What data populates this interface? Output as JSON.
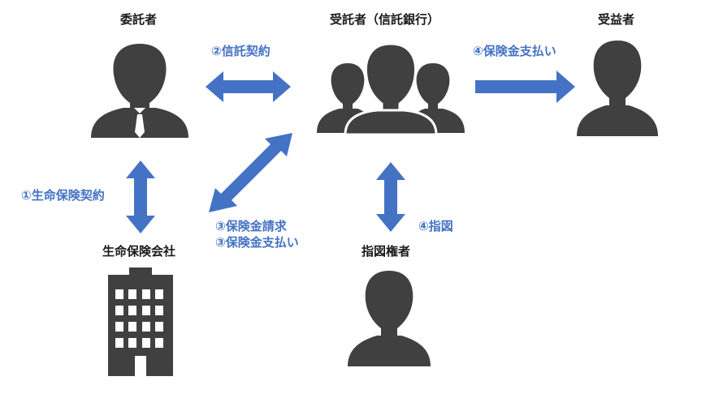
{
  "nodes": {
    "settlor": "委託者",
    "trustee": "受託者（信託銀行）",
    "beneficiary": "受益者",
    "insurer": "生命保険会社",
    "director": "指図権者"
  },
  "steps": {
    "life_insurance_contract": "①生命保険契約",
    "trust_contract": "②信託契約",
    "claim_line1": "③保険金請求",
    "claim_line2": "③保険金支払い",
    "payout": "④保険金支払い",
    "instruction": "④指図"
  },
  "colors": {
    "arrow": "#4472c4",
    "icon": "#404040",
    "step_text": "#4472c4"
  }
}
